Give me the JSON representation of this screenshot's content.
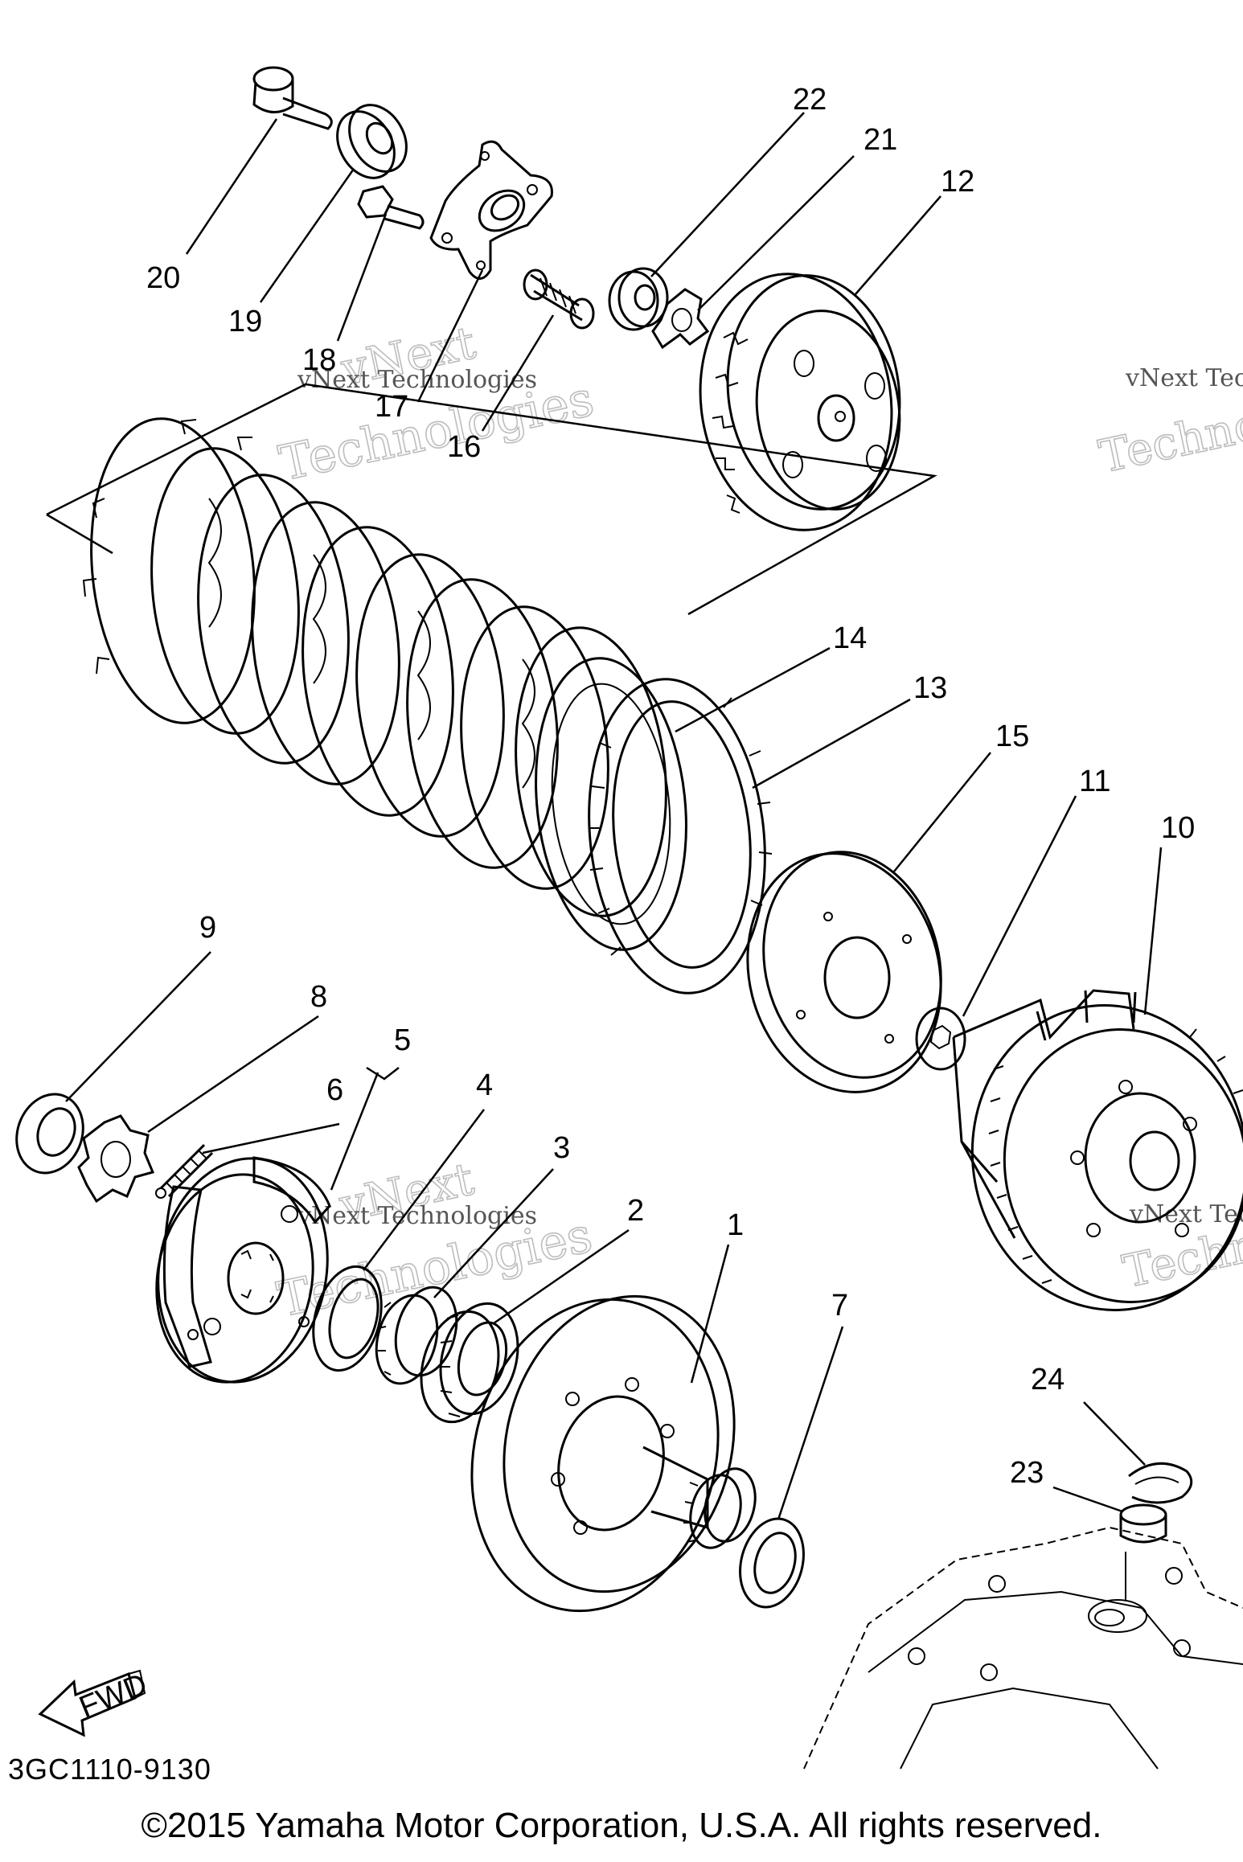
{
  "diagram": {
    "code": "3GC1110-9130",
    "copyright": "©2015 Yamaha Motor Corporation, U.S.A. All rights reserved.",
    "fwd_label": "FWD",
    "watermark": {
      "line1": "vNext",
      "line2": "vNext Technologies",
      "line3": "Technologies"
    },
    "callouts": [
      {
        "id": "22",
        "label": "22"
      },
      {
        "id": "21",
        "label": "21"
      },
      {
        "id": "12",
        "label": "12"
      },
      {
        "id": "20",
        "label": "20"
      },
      {
        "id": "19",
        "label": "19"
      },
      {
        "id": "18",
        "label": "18"
      },
      {
        "id": "17",
        "label": "17"
      },
      {
        "id": "16",
        "label": "16"
      },
      {
        "id": "14",
        "label": "14"
      },
      {
        "id": "13",
        "label": "13"
      },
      {
        "id": "15",
        "label": "15"
      },
      {
        "id": "11",
        "label": "11"
      },
      {
        "id": "10",
        "label": "10"
      },
      {
        "id": "9",
        "label": "9"
      },
      {
        "id": "8",
        "label": "8"
      },
      {
        "id": "5",
        "label": "5"
      },
      {
        "id": "6",
        "label": "6"
      },
      {
        "id": "4",
        "label": "4"
      },
      {
        "id": "3",
        "label": "3"
      },
      {
        "id": "2",
        "label": "2"
      },
      {
        "id": "1",
        "label": "1"
      },
      {
        "id": "7",
        "label": "7"
      },
      {
        "id": "24",
        "label": "24"
      },
      {
        "id": "23",
        "label": "23"
      }
    ]
  }
}
